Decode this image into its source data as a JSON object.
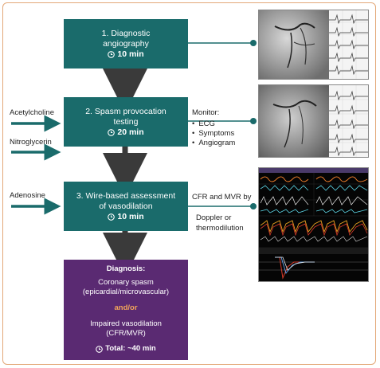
{
  "steps": [
    {
      "title_line1": "1. Diagnostic",
      "title_line2": "angiography",
      "time": "10 min"
    },
    {
      "title_line1": "2. Spasm provocation",
      "title_line2": "testing",
      "time": "20 min"
    },
    {
      "title_line1": "3. Wire-based assessment",
      "title_line2": "of vasodilation",
      "time": "10 min"
    }
  ],
  "inputs": {
    "acetylcholine": "Acetylcholine",
    "nitroglycerin": "Nitroglycerin",
    "adenosine": "Adenosine"
  },
  "monitor": {
    "title": "Monitor:",
    "items": [
      "ECG",
      "Symptoms",
      "Angiogram"
    ]
  },
  "cfr": {
    "line1": "CFR and MVR by",
    "line2": "Doppler or",
    "line3": "thermodilution"
  },
  "diagnosis": {
    "heading": "Diagnosis:",
    "line1": "Coronary spasm",
    "line2": "(epicardial/microvascular)",
    "andor": "and/or",
    "line3": "Impaired vasodilation",
    "line4": "(CFR/MVR)",
    "total": "Total: ~40 min"
  },
  "colors": {
    "teal": "#1a6b6b",
    "purple": "#5a2a72",
    "orange": "#f2a55a",
    "arrow": "#3a3a3a"
  }
}
